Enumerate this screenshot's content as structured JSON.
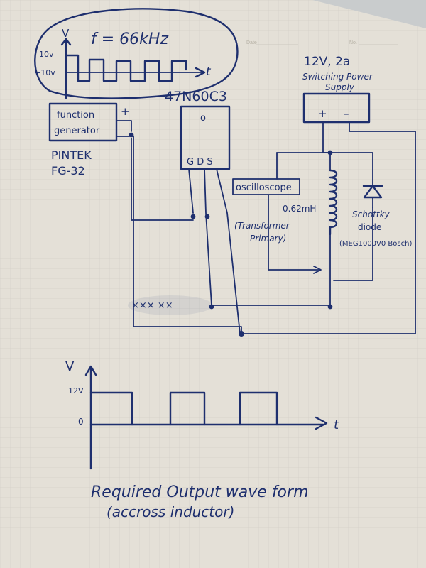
{
  "header": {
    "date_label": "Date",
    "no_label": "No."
  },
  "input_waveform": {
    "axis_v": "V",
    "frequency": "f = 66kHz",
    "high_level": "10v",
    "low_level": "−10v",
    "axis_t": "t"
  },
  "function_generator": {
    "label_line1": "function",
    "label_line2": "generator",
    "plus": "+",
    "minus": "–",
    "brand": "PINTEK",
    "model": "FG-32"
  },
  "mosfet": {
    "part_number": "47N60C3",
    "tab_mark": "o",
    "pins": "G D S"
  },
  "power_supply": {
    "rating": "12V, 2a",
    "label_line1": "Switching Power",
    "label_line2": "Supply",
    "plus": "+",
    "minus": "–"
  },
  "oscilloscope": {
    "label": "oscilloscope"
  },
  "inductor": {
    "value": "0.62mH",
    "note_line1": "(Transformer",
    "note_line2": "Primary)"
  },
  "diode": {
    "label_line1": "Schottky",
    "label_line2": "diode",
    "part": "(MEG1000V0 Bosch)"
  },
  "output_waveform": {
    "axis_v": "V",
    "high_level": "12V",
    "zero_level": "0",
    "axis_t": "t",
    "caption_line1": "Required Output wave form",
    "caption_line2": "(accross inductor)"
  }
}
